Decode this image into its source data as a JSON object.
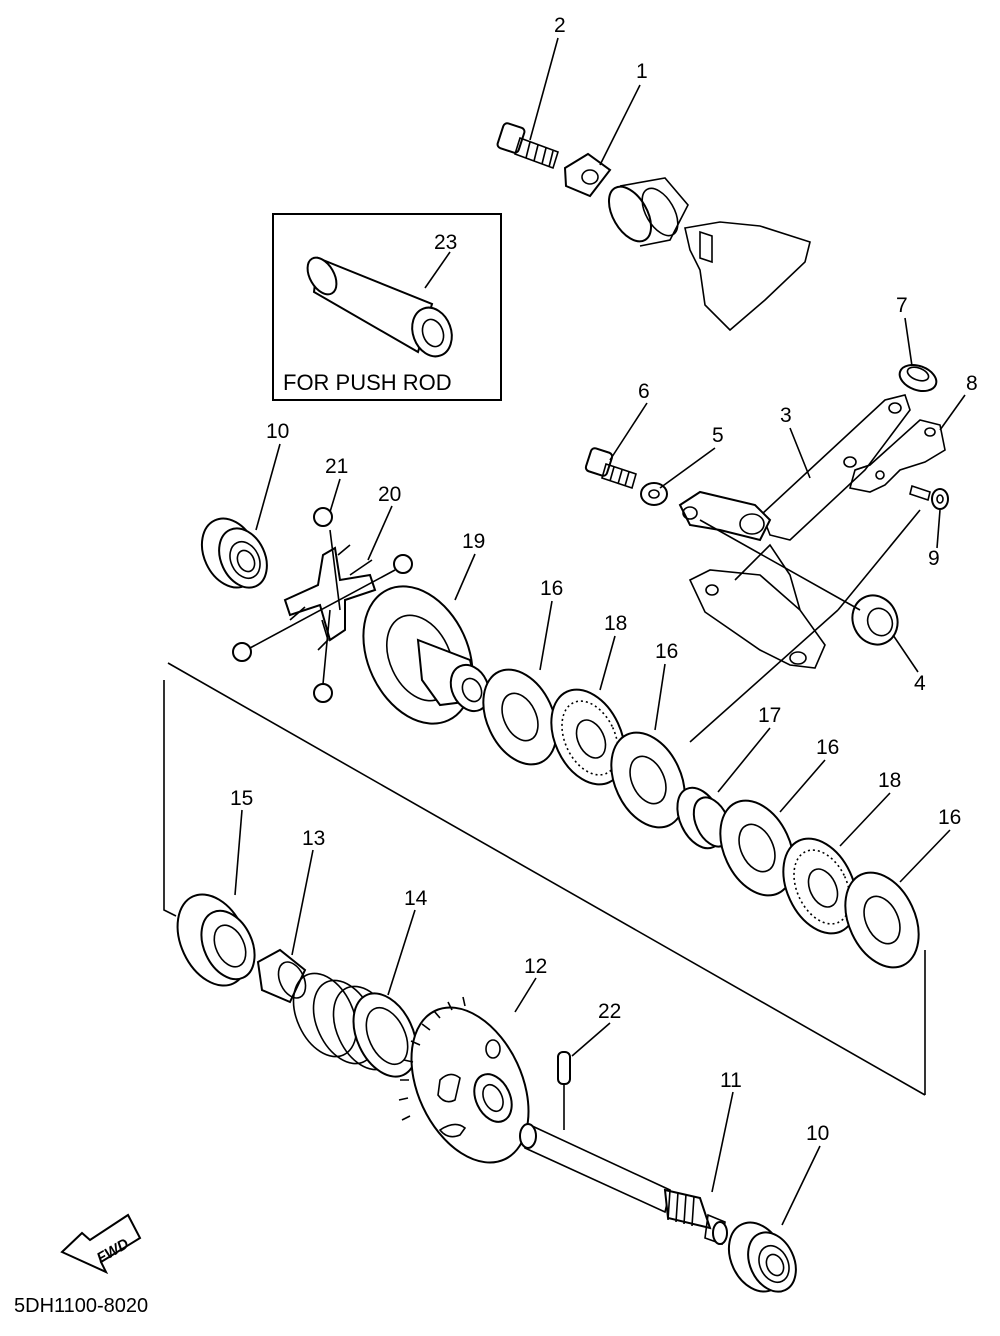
{
  "diagram_code": "5DH1100-8020",
  "inset": {
    "caption": "FOR PUSH ROD",
    "part": "23"
  },
  "fwd_arrow": {
    "label": "FWD",
    "icon": "forward-arrow-icon"
  },
  "callouts": {
    "c1": "1",
    "c2": "2",
    "c3": "3",
    "c4": "4",
    "c5": "5",
    "c6": "6",
    "c7": "7",
    "c8": "8",
    "c9": "9",
    "c10a": "10",
    "c10b": "10",
    "c11": "11",
    "c12": "12",
    "c13": "13",
    "c14": "14",
    "c15": "15",
    "c16a": "16",
    "c16b": "16",
    "c16c": "16",
    "c16d": "16",
    "c17": "17",
    "c18a": "18",
    "c18b": "18",
    "c19": "19",
    "c20": "20",
    "c21": "21",
    "c22": "22"
  }
}
